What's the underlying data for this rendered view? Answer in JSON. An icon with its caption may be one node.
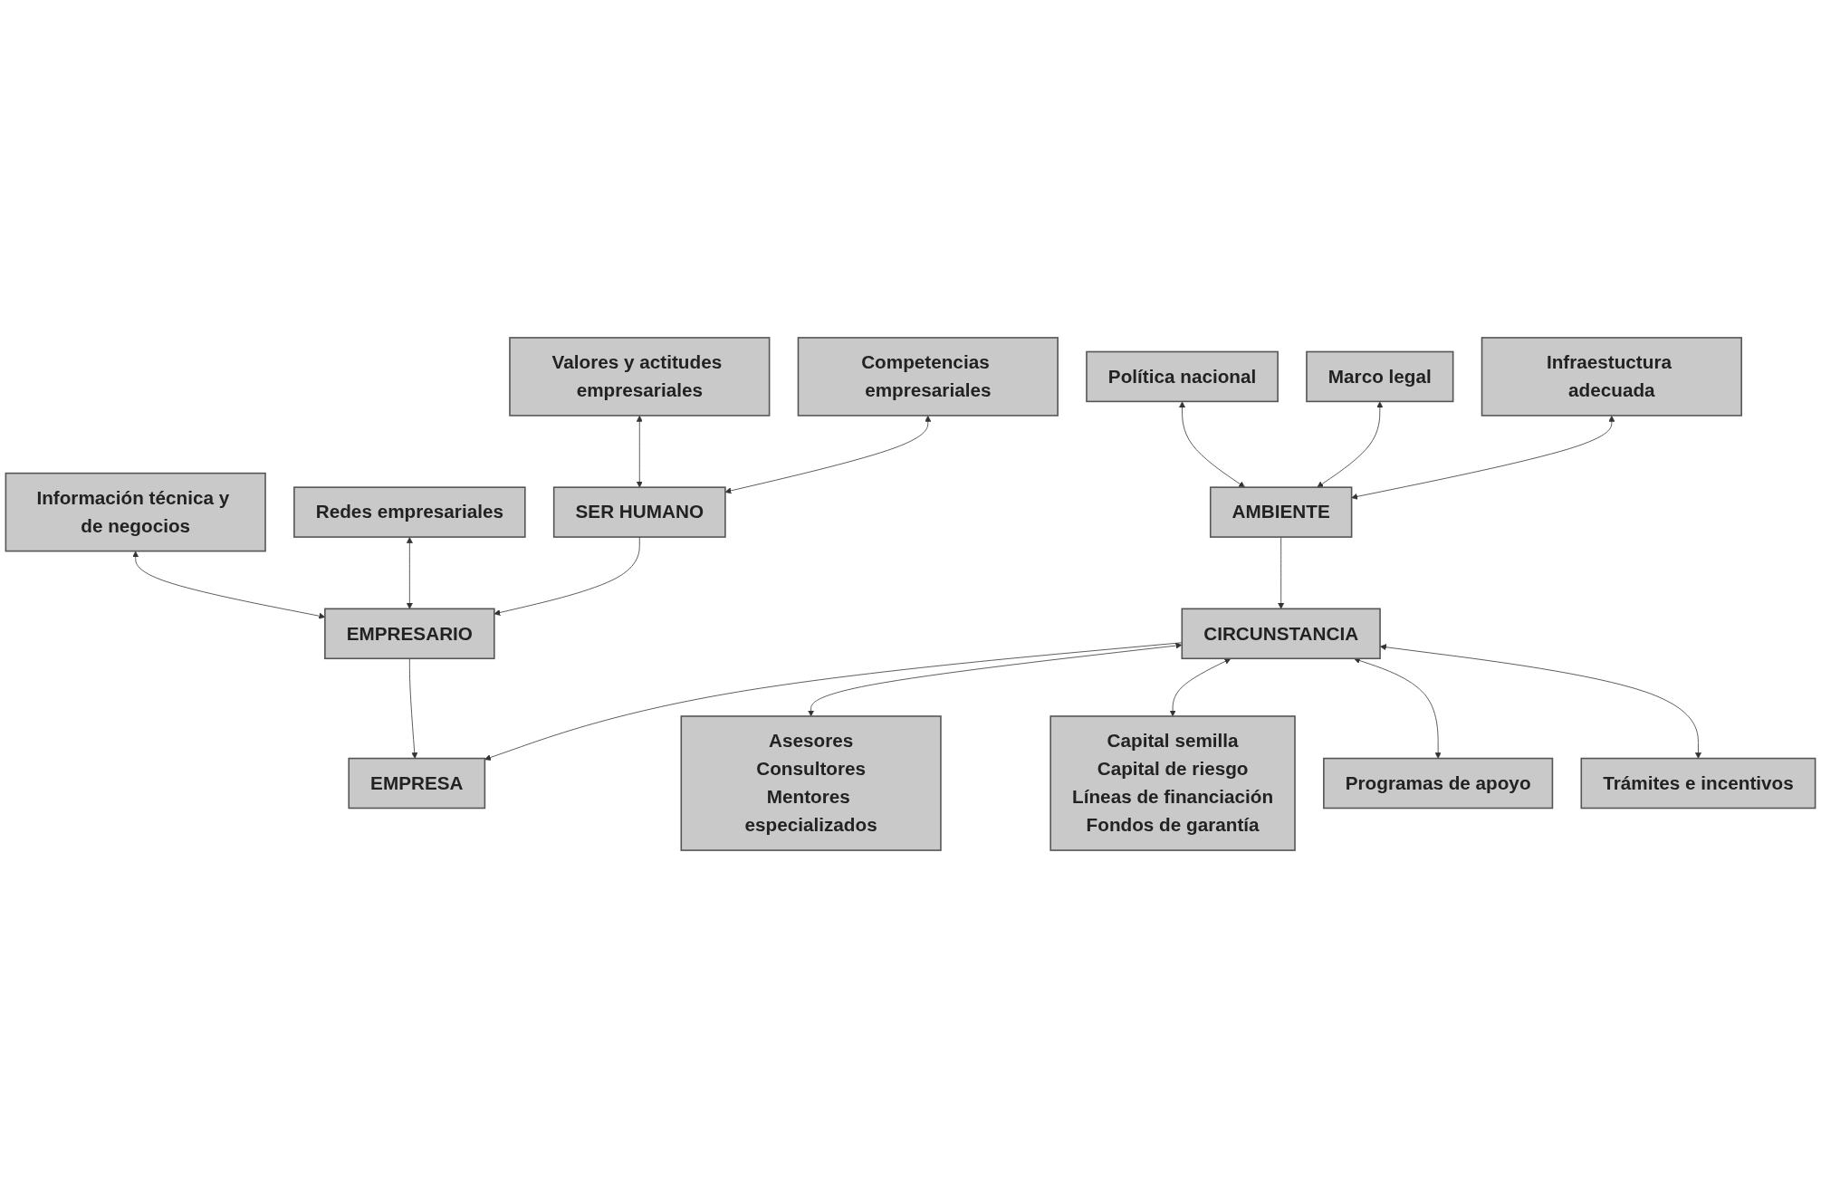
{
  "diagram": {
    "nodes": [
      {
        "text": [
          "Valores y actitudes empresariales"
        ]
      },
      {
        "text": [
          "Competencias empresariales"
        ]
      },
      {
        "text": [
          "Información técnica y de negocios"
        ]
      },
      {
        "text": [
          "Redes empresariales"
        ]
      },
      {
        "text": [
          "SER HUMANO"
        ]
      },
      {
        "text": [
          "EMPRESARIO"
        ]
      },
      {
        "text": [
          "EMPRESA"
        ]
      },
      {
        "text": [
          "AMBIENTE"
        ]
      },
      {
        "text": [
          "CIRCUNSTANCIA"
        ]
      },
      {
        "text": [
          "Política nacional"
        ]
      },
      {
        "text": [
          "Marco legal"
        ]
      },
      {
        "text": [
          "Infraestuctura adecuada"
        ]
      },
      {
        "text": [
          "Asesores",
          "Consultores",
          "Mentores especializados"
        ]
      },
      {
        "text": [
          "Capital semilla",
          "Capital de riesgo",
          "Líneas de financiación",
          "Fondos de garantía"
        ]
      },
      {
        "text": [
          "Programas de apoyo"
        ]
      },
      {
        "text": [
          "Trámites e incentivos"
        ]
      }
    ],
    "edges": [
      {
        "from": 0,
        "to": 4,
        "arrow": "both"
      },
      {
        "from": 1,
        "to": 4,
        "arrow": "both"
      },
      {
        "from": 2,
        "to": 5,
        "arrow": "both"
      },
      {
        "from": 3,
        "to": 5,
        "arrow": "both"
      },
      {
        "from": 4,
        "to": 5,
        "arrow": "to"
      },
      {
        "from": 5,
        "to": 6,
        "arrow": "to"
      },
      {
        "from": 7,
        "to": 8,
        "arrow": "to"
      },
      {
        "from": 8,
        "to": 6,
        "arrow": "to"
      },
      {
        "from": 9,
        "to": 7,
        "arrow": "both"
      },
      {
        "from": 10,
        "to": 7,
        "arrow": "both"
      },
      {
        "from": 11,
        "to": 7,
        "arrow": "both"
      },
      {
        "from": 8,
        "to": 12,
        "arrow": "both"
      },
      {
        "from": 8,
        "to": 13,
        "arrow": "both"
      },
      {
        "from": 8,
        "to": 14,
        "arrow": "both"
      },
      {
        "from": 8,
        "to": 15,
        "arrow": "both"
      }
    ]
  }
}
